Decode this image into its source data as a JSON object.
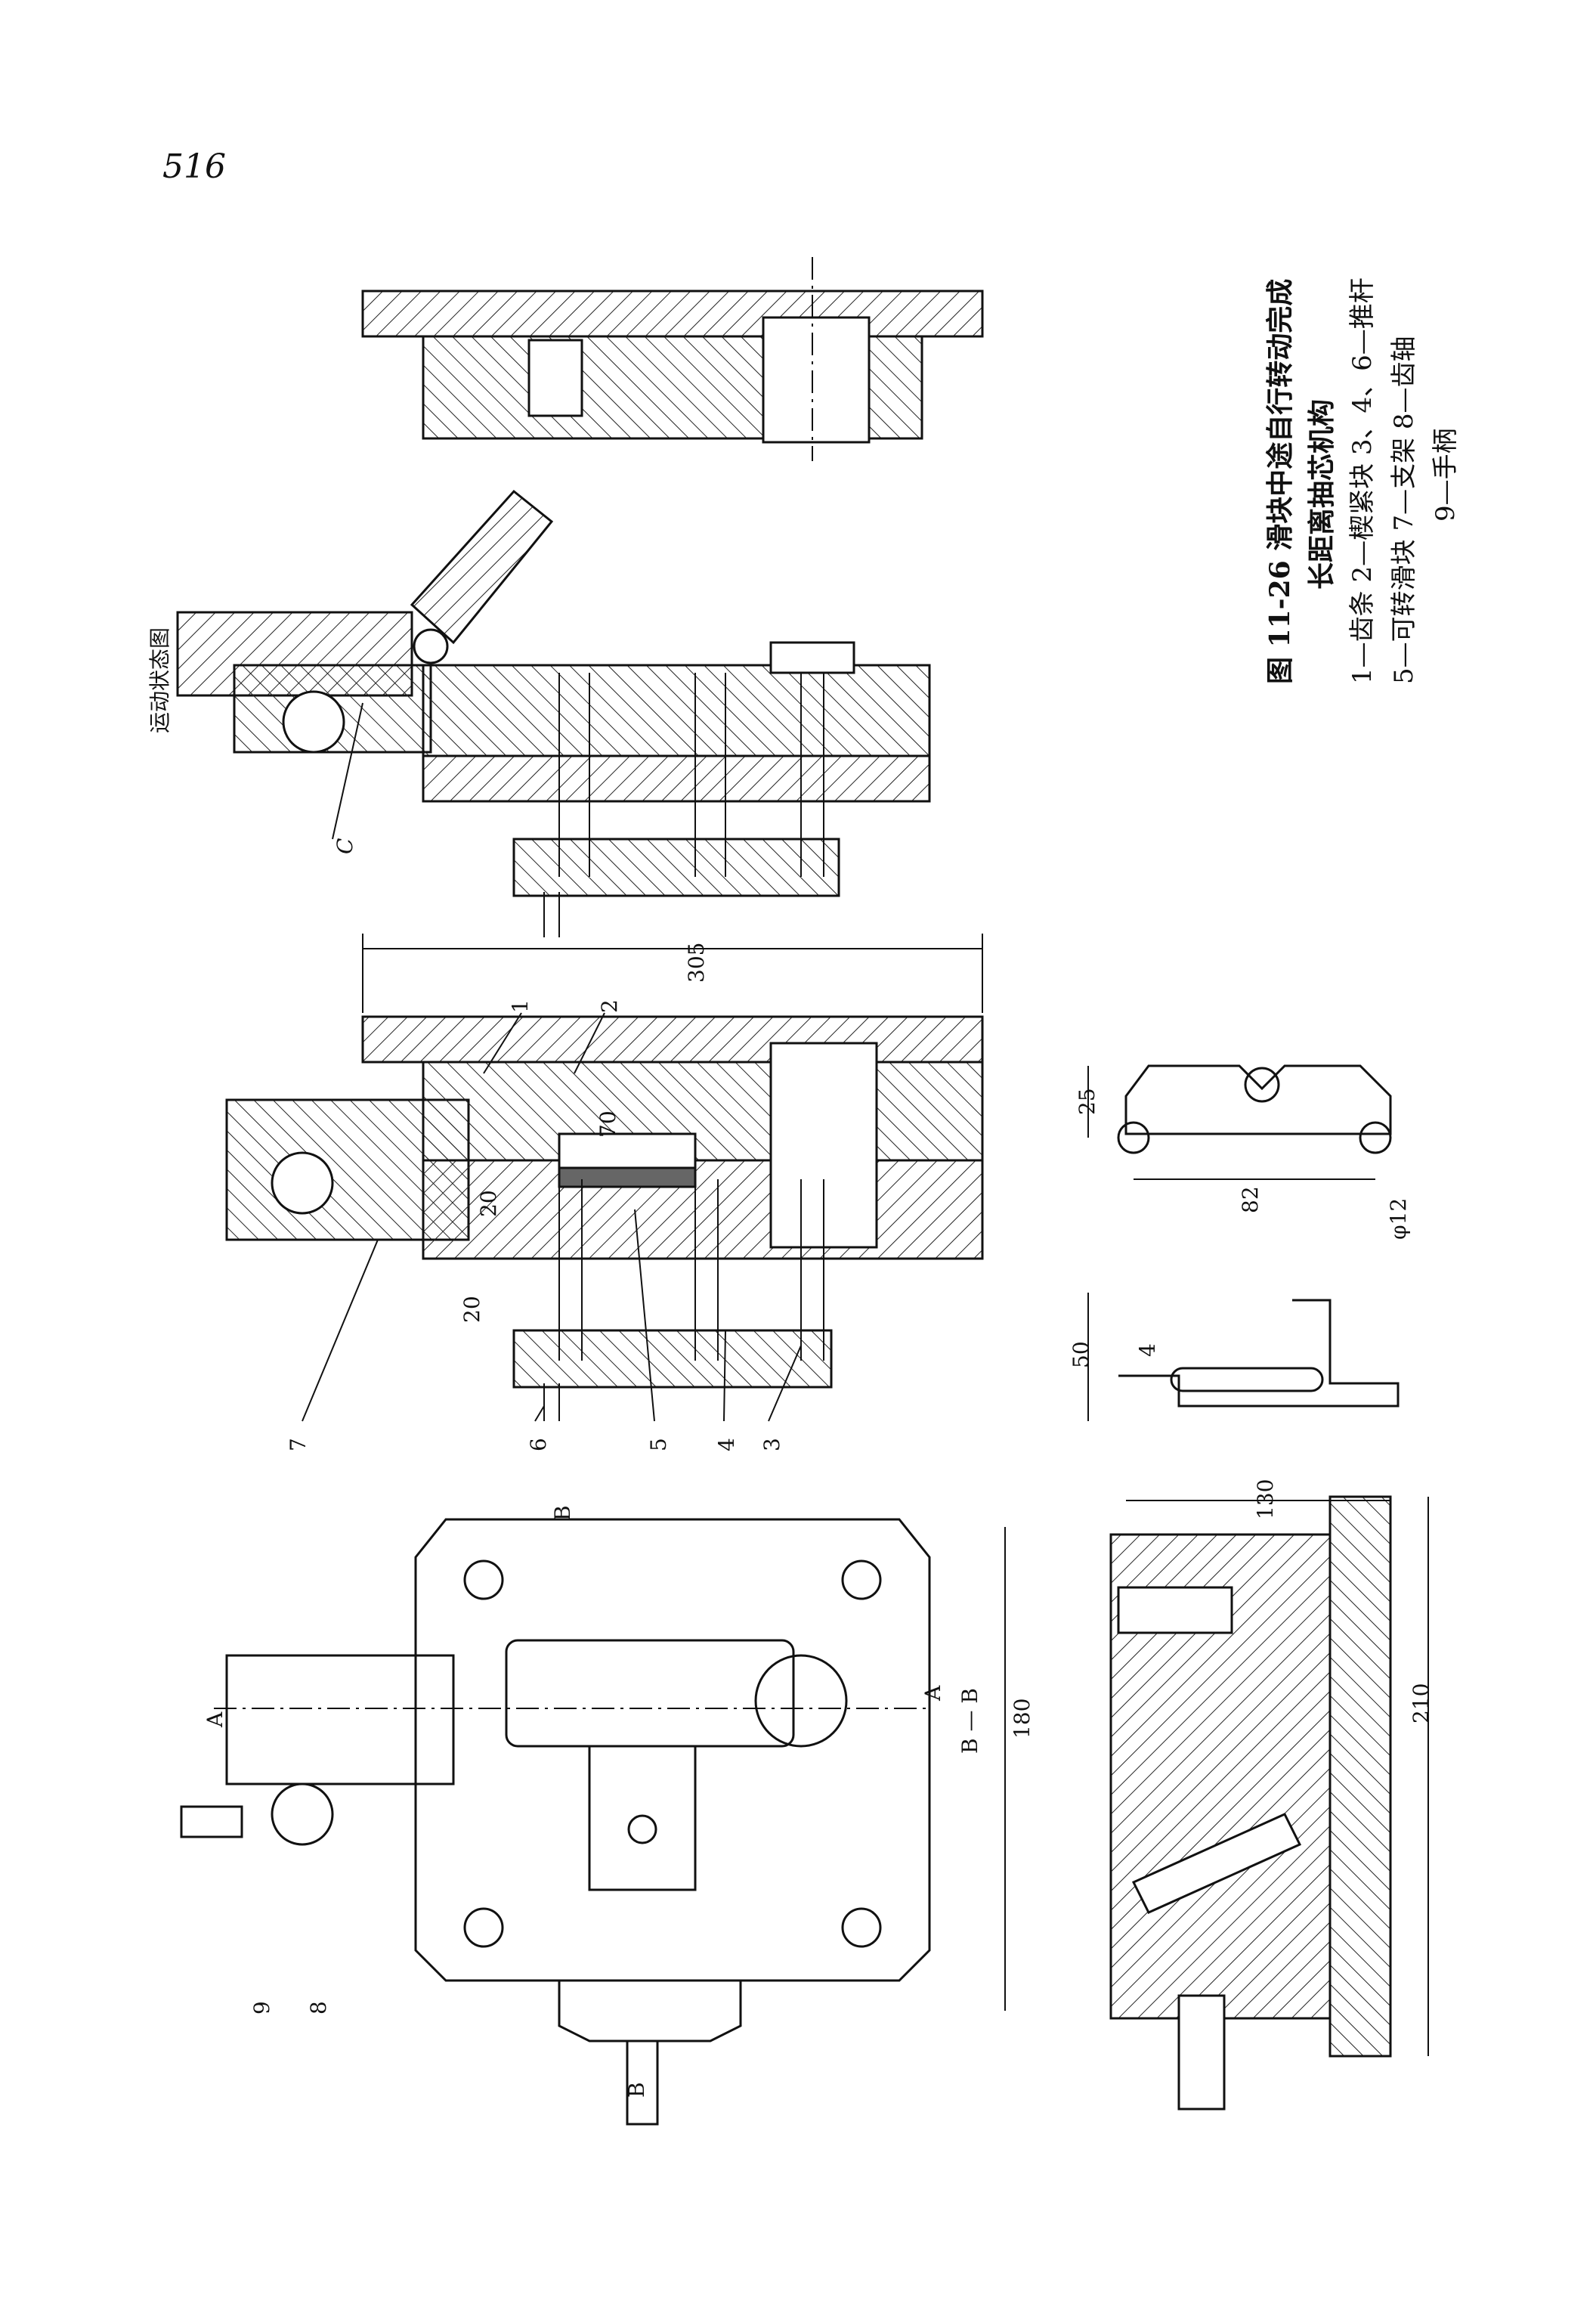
{
  "page_number": "516",
  "figure": {
    "title_line1": "图 11-26  滑块中途自行转动完成",
    "title_line2": "长距离抽芯机构",
    "legend_line1": "1—齿条  2—楔紧块  3、4、6—推杆",
    "legend_line2": "5—可转滑块  7—支架  8—齿轴",
    "legend_line3": "9—手柄"
  },
  "labels": {
    "motion_state": "运动状态图",
    "detail_c": "C",
    "section_bb": "B — B",
    "section_a_left": "A",
    "section_a_right": "A",
    "section_b_top": "B",
    "section_b_bottom": "B"
  },
  "parts": [
    "1",
    "2",
    "3",
    "4",
    "5",
    "6",
    "7",
    "8",
    "9"
  ],
  "dimensions": {
    "d305": "305",
    "d20a": "20",
    "d20b": "20",
    "d70": "70",
    "d25": "25",
    "d82": "82",
    "d_phi12": "φ12",
    "d50": "50",
    "d4": "4",
    "d130": "130",
    "d180": "180",
    "d210": "210"
  }
}
